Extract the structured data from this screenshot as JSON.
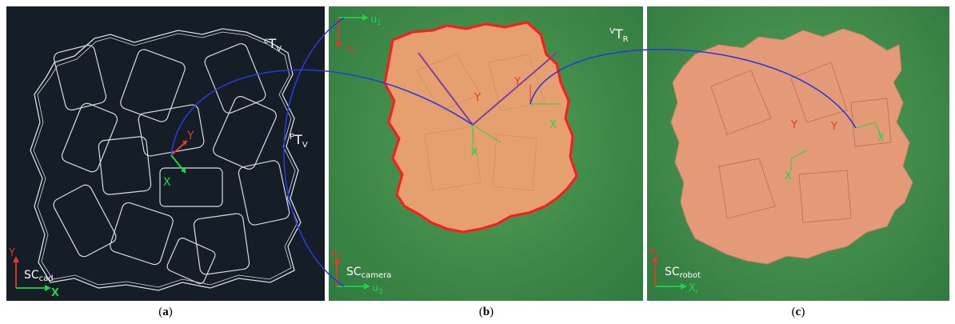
{
  "panels": [
    {
      "id": "a",
      "caption_open": "(",
      "caption_letter": "a",
      "caption_close": ")",
      "sc_label": "SC",
      "sc_sub": "cad",
      "axis_x": "X",
      "axis_y": "Y",
      "frame_x": "X",
      "frame_y": "Y"
    },
    {
      "id": "b",
      "caption_open": "(",
      "caption_letter": "b",
      "caption_close": ")",
      "sc_label": "SC",
      "sc_sub": "camera",
      "axis_u": "u",
      "axis_u_sub": "1",
      "axis_v": "v",
      "axis_v_sub": "1",
      "axis_u2": "u",
      "axis_u2_sub": "2",
      "axis_v2": "v",
      "axis_v2_sub": "2",
      "frame_y1": "Y",
      "frame_y2": "Y",
      "frame_x1": "X",
      "frame_x2": "X"
    },
    {
      "id": "c",
      "caption_open": "(",
      "caption_letter": "c",
      "caption_close": ")",
      "sc_label": "SC",
      "sc_sub": "robot",
      "axis_x": "X",
      "axis_x_sub": "r",
      "axis_y": "Y",
      "axis_y_sub": "r",
      "frame_y1": "Y",
      "frame_y2": "Y",
      "frame_x1": "X",
      "frame_x2": "X"
    }
  ],
  "transforms": {
    "cTv": {
      "sup": "c",
      "main": "T",
      "sub": "V"
    },
    "pTv": {
      "sup": "P",
      "main": "T",
      "sub": "V"
    },
    "vTr": {
      "sup": "V",
      "main": "T",
      "sub": "R"
    }
  },
  "colors": {
    "axis_x": "#1fd34a",
    "axis_y": "#e23a2a",
    "contour": "#ff1a1a",
    "transform_arc": "#2a3bd6",
    "outline_cad": "#d8dce0"
  }
}
